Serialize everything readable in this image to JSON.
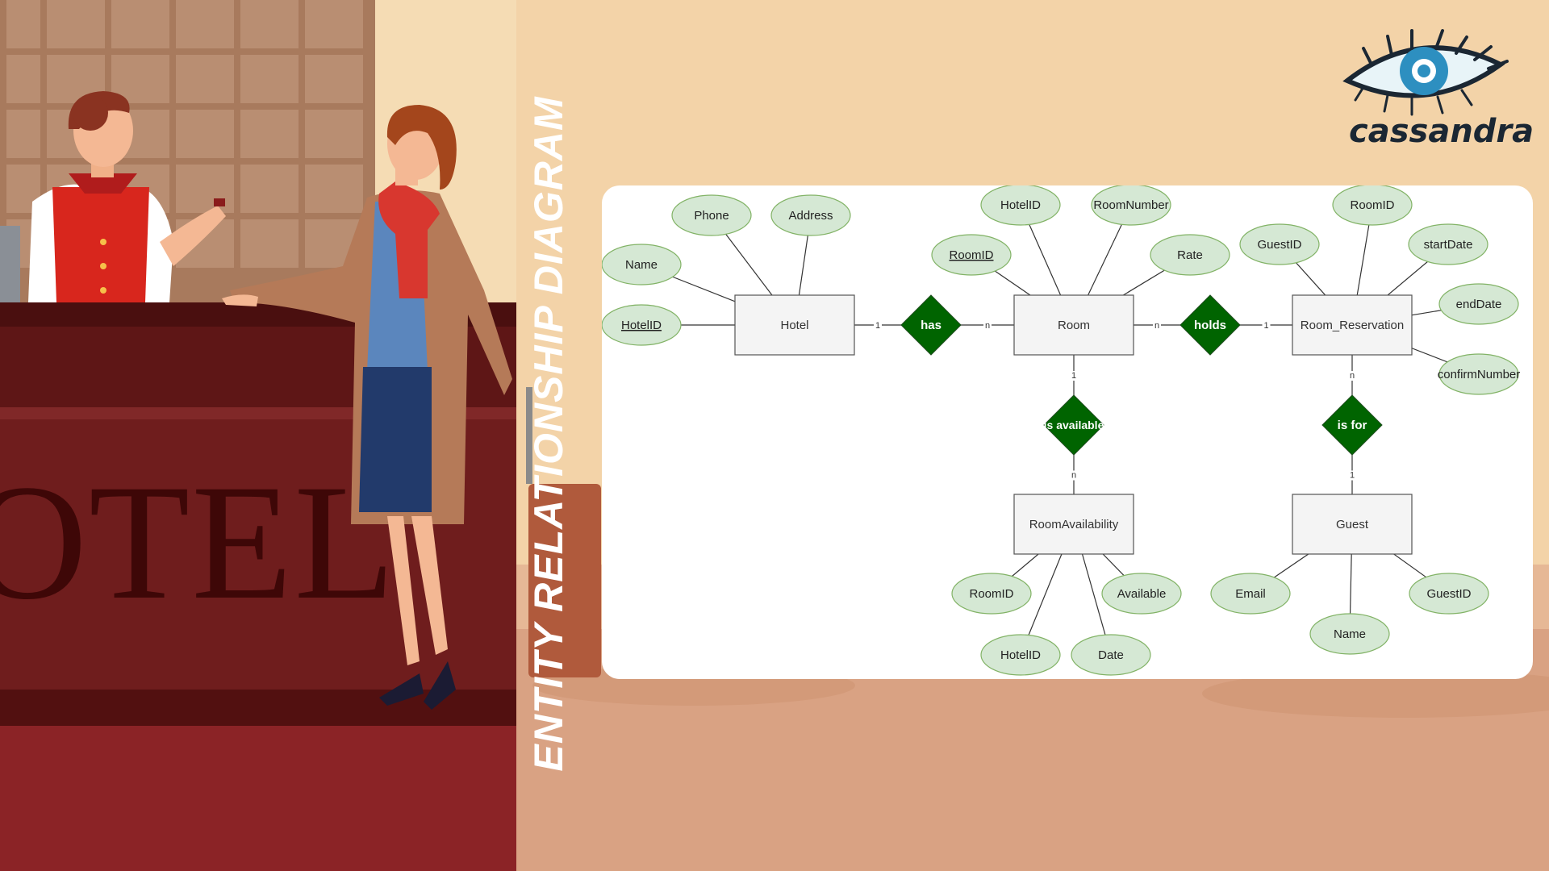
{
  "page_title": "ENTITY RELATIONSHIP DIAGRAM",
  "hotel_sign": "OTEL",
  "logo": {
    "text": "cassandra"
  },
  "colors": {
    "background": "#f3d3a8",
    "entity_fill": "#f4f4f4",
    "attribute_fill": "#d5e8d4",
    "attribute_stroke": "#82b366",
    "relationship_fill": "#006400"
  },
  "diagram": {
    "entities": [
      {
        "id": "hotel",
        "label": "Hotel"
      },
      {
        "id": "room",
        "label": "Room"
      },
      {
        "id": "reservation",
        "label": "Room_Reservation"
      },
      {
        "id": "availability",
        "label": "RoomAvailability"
      },
      {
        "id": "guest",
        "label": "Guest"
      }
    ],
    "relationships": [
      {
        "id": "has",
        "label": "has",
        "from": "hotel",
        "to": "room",
        "card_from": "1",
        "card_to": "n"
      },
      {
        "id": "holds",
        "label": "holds",
        "from": "room",
        "to": "reservation",
        "card_from": "n",
        "card_to": "1"
      },
      {
        "id": "is_available",
        "label": "is available",
        "from": "room",
        "to": "availability",
        "card_from": "1",
        "card_to": "n"
      },
      {
        "id": "is_for",
        "label": "is for",
        "from": "reservation",
        "to": "guest",
        "card_from": "n",
        "card_to": "1"
      }
    ],
    "attributes": [
      {
        "id": "hotel-phone",
        "entity": "hotel",
        "label": "Phone",
        "key": false
      },
      {
        "id": "hotel-address",
        "entity": "hotel",
        "label": "Address",
        "key": false
      },
      {
        "id": "hotel-name",
        "entity": "hotel",
        "label": "Name",
        "key": false
      },
      {
        "id": "hotel-hotelid",
        "entity": "hotel",
        "label": "HotelID",
        "key": true
      },
      {
        "id": "room-hotelid",
        "entity": "room",
        "label": "HotelID",
        "key": false
      },
      {
        "id": "room-roomnumber",
        "entity": "room",
        "label": "RoomNumber",
        "key": false
      },
      {
        "id": "room-roomid",
        "entity": "room",
        "label": "RoomID",
        "key": true
      },
      {
        "id": "room-rate",
        "entity": "room",
        "label": "Rate",
        "key": false
      },
      {
        "id": "res-guestid",
        "entity": "reservation",
        "label": "GuestID",
        "key": false
      },
      {
        "id": "res-roomid",
        "entity": "reservation",
        "label": "RoomID",
        "key": false
      },
      {
        "id": "res-startdate",
        "entity": "reservation",
        "label": "startDate",
        "key": false
      },
      {
        "id": "res-enddate",
        "entity": "reservation",
        "label": "endDate",
        "key": false
      },
      {
        "id": "res-confirmnumber",
        "entity": "reservation",
        "label": "confirmNumber",
        "key": false
      },
      {
        "id": "avail-roomid",
        "entity": "availability",
        "label": "RoomID",
        "key": false
      },
      {
        "id": "avail-available",
        "entity": "availability",
        "label": "Available",
        "key": false
      },
      {
        "id": "avail-hotelid",
        "entity": "availability",
        "label": "HotelID",
        "key": false
      },
      {
        "id": "avail-date",
        "entity": "availability",
        "label": "Date",
        "key": false
      },
      {
        "id": "guest-email",
        "entity": "guest",
        "label": "Email",
        "key": false
      },
      {
        "id": "guest-guestid",
        "entity": "guest",
        "label": "GuestID",
        "key": false
      },
      {
        "id": "guest-name",
        "entity": "guest",
        "label": "Name",
        "key": false
      }
    ]
  }
}
